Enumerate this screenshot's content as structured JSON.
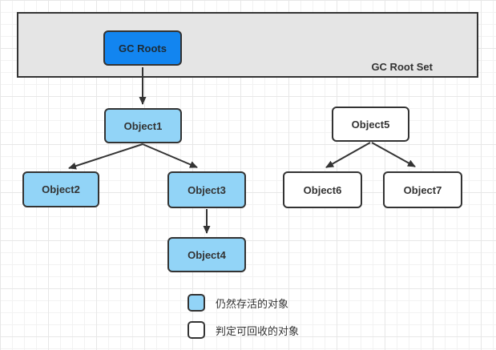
{
  "root_set": {
    "label": "GC Root Set"
  },
  "nodes": {
    "gc_roots": {
      "label": "GC Roots",
      "type": "root"
    },
    "object1": {
      "label": "Object1",
      "type": "alive"
    },
    "object2": {
      "label": "Object2",
      "type": "alive"
    },
    "object3": {
      "label": "Object3",
      "type": "alive"
    },
    "object4": {
      "label": "Object4",
      "type": "alive"
    },
    "object5": {
      "label": "Object5",
      "type": "collectable"
    },
    "object6": {
      "label": "Object6",
      "type": "collectable"
    },
    "object7": {
      "label": "Object7",
      "type": "collectable"
    }
  },
  "edges": [
    {
      "from": "gc_roots",
      "to": "object1"
    },
    {
      "from": "object1",
      "to": "object2"
    },
    {
      "from": "object1",
      "to": "object3"
    },
    {
      "from": "object3",
      "to": "object4"
    },
    {
      "from": "object5",
      "to": "object6"
    },
    {
      "from": "object5",
      "to": "object7"
    }
  ],
  "legend": {
    "alive": {
      "label": "仍然存活的对象"
    },
    "collectable": {
      "label": "判定可回收的对象"
    }
  },
  "colors": {
    "root_fill": "#1285f0",
    "alive_fill": "#92d4f7",
    "collectable_fill": "#ffffff",
    "container_fill": "#e5e5e5",
    "border": "#333333",
    "text": "#333333"
  }
}
